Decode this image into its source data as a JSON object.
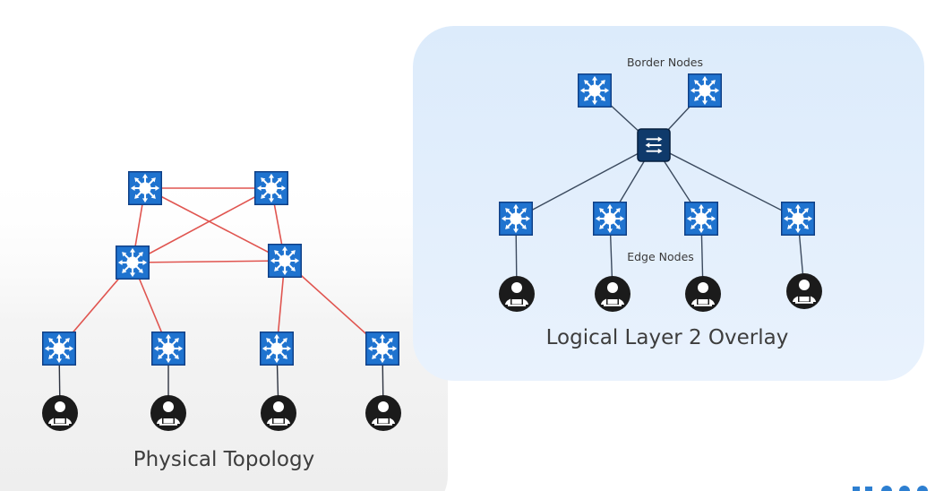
{
  "physical": {
    "caption": "Physical Topology"
  },
  "logical": {
    "caption": "Logical Layer 2 Overlay",
    "border_label": "Border Nodes",
    "edge_label": "Edge Nodes"
  },
  "colors": {
    "switch_fill": "#1f73cf",
    "switch_border": "#0f3f85",
    "core_switch_fill": "#0f3a6b",
    "physical_link": "#e05550",
    "logical_link": "#3b4a5e",
    "user_icon": "#1b1b1b",
    "overlay_bg": "#e1eefc",
    "physical_bg": "#f0f0f0"
  }
}
